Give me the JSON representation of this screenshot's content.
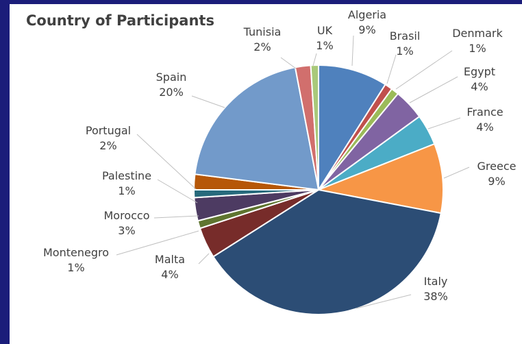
{
  "chart_data": {
    "type": "pie",
    "title": "Country of Participants",
    "slices": [
      {
        "label": "Algeria",
        "value": 9,
        "display": "9%",
        "color": "#4f81bd"
      },
      {
        "label": "Brasil",
        "value": 1,
        "display": "1%",
        "color": "#c0504d"
      },
      {
        "label": "Denmark",
        "value": 1,
        "display": "1%",
        "color": "#9bbb59"
      },
      {
        "label": "Egypt",
        "value": 4,
        "display": "4%",
        "color": "#8064a2"
      },
      {
        "label": "France",
        "value": 4,
        "display": "4%",
        "color": "#4bacc6"
      },
      {
        "label": "Greece",
        "value": 9,
        "display": "9%",
        "color": "#f79646"
      },
      {
        "label": "Italy",
        "value": 38,
        "display": "38%",
        "color": "#2c4d75"
      },
      {
        "label": "Malta",
        "value": 4,
        "display": "4%",
        "color": "#772c2a"
      },
      {
        "label": "Montenegro",
        "value": 1,
        "display": "1%",
        "color": "#5f7530"
      },
      {
        "label": "Morocco",
        "value": 3,
        "display": "3%",
        "color": "#4d3b62"
      },
      {
        "label": "Palestine",
        "value": 1,
        "display": "1%",
        "color": "#276a7c"
      },
      {
        "label": "Portugal",
        "value": 2,
        "display": "2%",
        "color": "#b65708"
      },
      {
        "label": "Spain",
        "value": 20,
        "display": "20%",
        "color": "#729aca"
      },
      {
        "label": "Tunisia",
        "value": 2,
        "display": "2%",
        "color": "#d16f6d"
      },
      {
        "label": "UK",
        "value": 1,
        "display": "1%",
        "color": "#a9c97a"
      }
    ]
  }
}
